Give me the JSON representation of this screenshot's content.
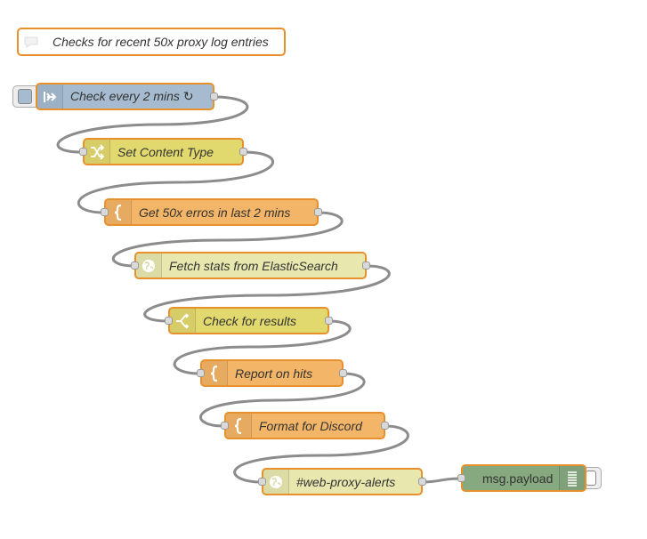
{
  "flow": {
    "comment": "Checks for recent 50x proxy log entries",
    "nodes": [
      {
        "id": "inject",
        "label": "Check every 2 mins ↻",
        "icon": "inject-arrow-icon",
        "color": "#a6bbcf"
      },
      {
        "id": "change",
        "label": "Set Content Type",
        "icon": "shuffle-icon",
        "color": "#e2d96e"
      },
      {
        "id": "template1",
        "label": "Get 50x erros in last 2 mins",
        "icon": "brace-icon",
        "color": "#f3b567"
      },
      {
        "id": "http",
        "label": "Fetch stats from ElasticSearch",
        "icon": "globe-icon",
        "color": "#e7e7ae"
      },
      {
        "id": "switch",
        "label": "Check for results",
        "icon": "switch-icon",
        "color": "#e2d96e"
      },
      {
        "id": "function1",
        "label": "Report on hits",
        "icon": "brace-icon",
        "color": "#f3b567"
      },
      {
        "id": "function2",
        "label": "Format for Discord",
        "icon": "brace-icon",
        "color": "#f3b567"
      },
      {
        "id": "http2",
        "label": "#web-proxy-alerts",
        "icon": "globe-icon",
        "color": "#e7e7ae"
      },
      {
        "id": "debug",
        "label": "msg.payload",
        "icon": "list-icon",
        "color": "#87a980"
      }
    ]
  }
}
